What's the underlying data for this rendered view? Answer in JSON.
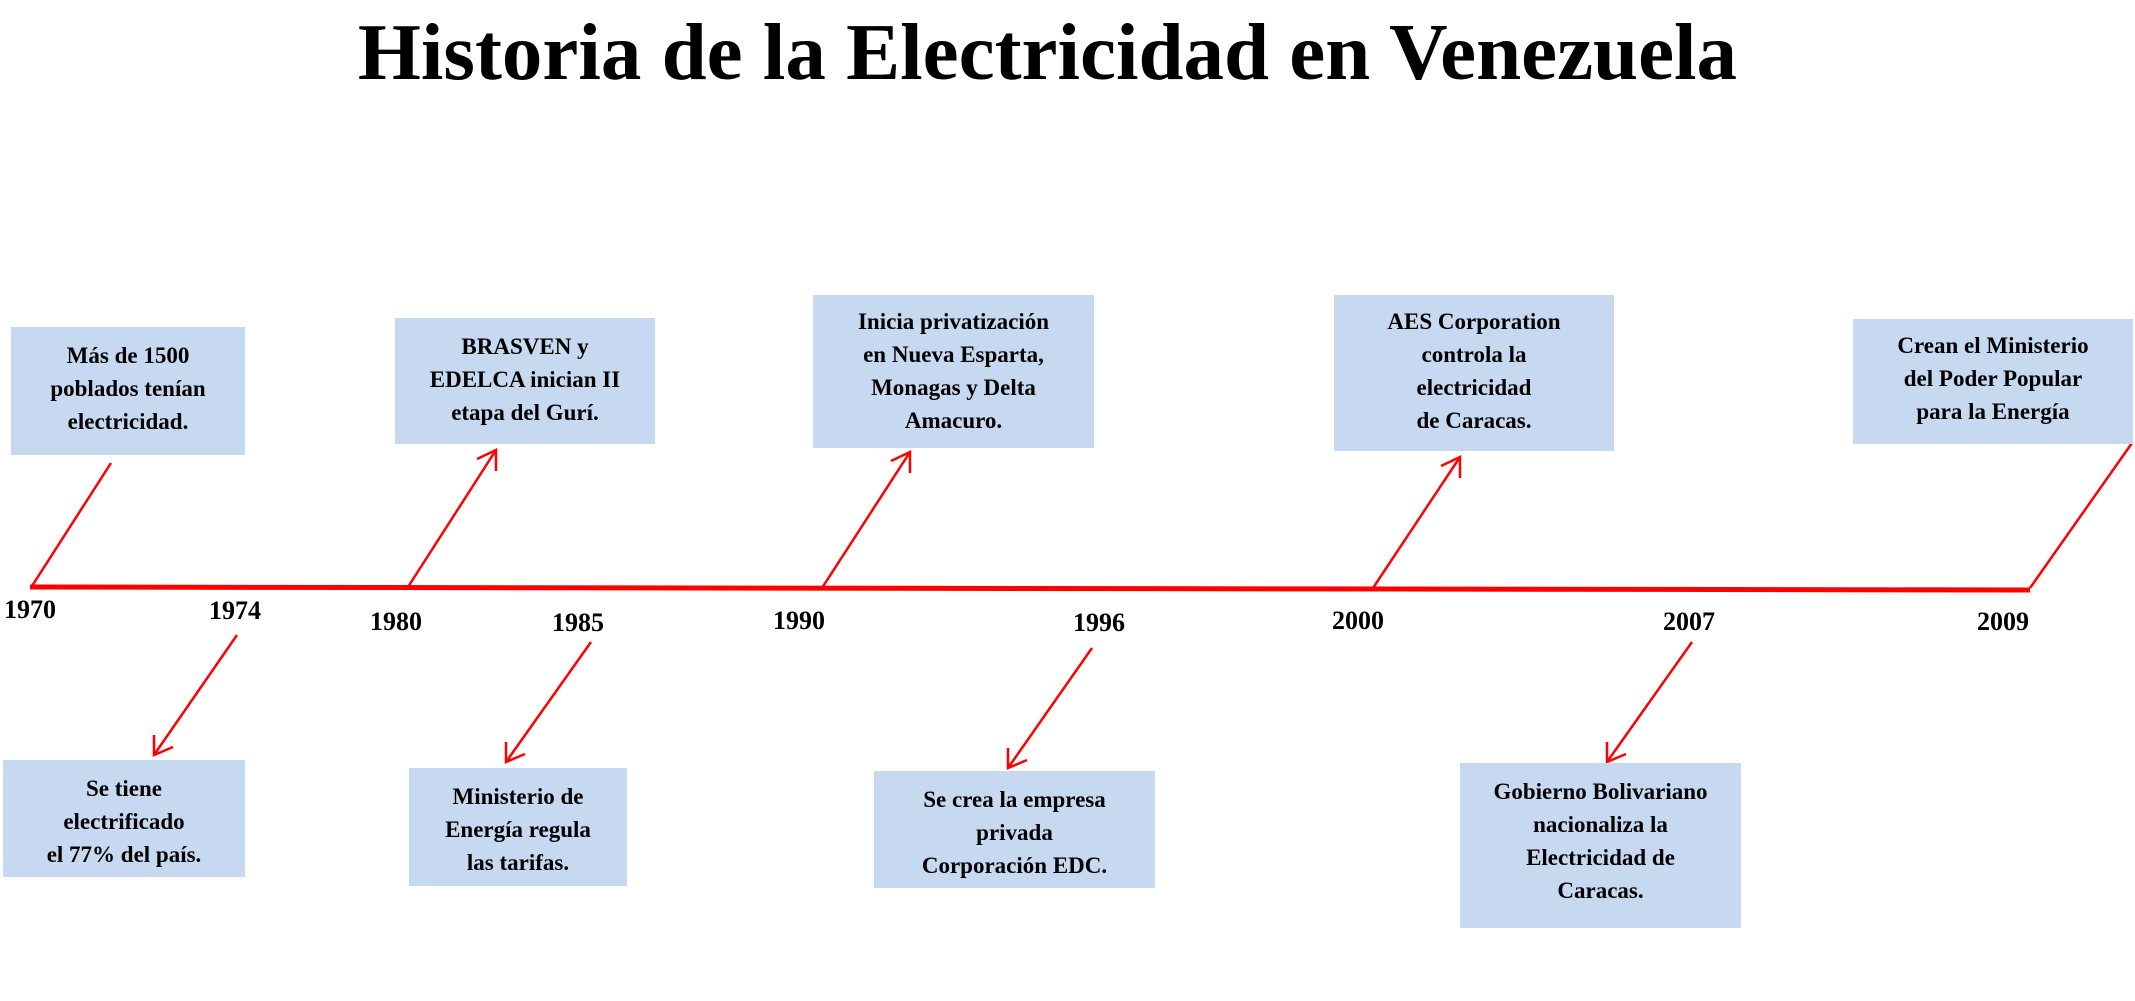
{
  "title": "Historia de la Electricidad en Venezuela",
  "colors": {
    "timeline": "#ff0000",
    "box_fill": "#c6d9f1",
    "text": "#000000"
  },
  "years": [
    "1970",
    "1974",
    "1980",
    "1985",
    "1990",
    "1996",
    "2000",
    "2007",
    "2009"
  ],
  "events": [
    {
      "year": "1970",
      "text": "Más de 1500\npoblados tenían\nelectricidad."
    },
    {
      "year": "1974",
      "text": "Se tiene\nelectrificado\nel 77% del país."
    },
    {
      "year": "1980",
      "text": "BRASVEN y\nEDELCA inician II\netapa del Gurí."
    },
    {
      "year": "1985",
      "text": "Ministerio de\nEnergía regula\nlas tarifas."
    },
    {
      "year": "1990",
      "text": "Inicia privatización\nen Nueva Esparta,\nMonagas y Delta\nAmacuro."
    },
    {
      "year": "1996",
      "text": "Se crea la empresa\nprivada\nCorporación EDC."
    },
    {
      "year": "2000",
      "text": "AES Corporation\ncontrola la\nelectricidad\nde Caracas."
    },
    {
      "year": "2007",
      "text": "Gobierno Bolivariano\nnacionaliza la\nElectricidad de\nCaracas."
    },
    {
      "year": "2009",
      "text": "Crean el Ministerio\ndel Poder Popular\npara la Energía"
    }
  ]
}
